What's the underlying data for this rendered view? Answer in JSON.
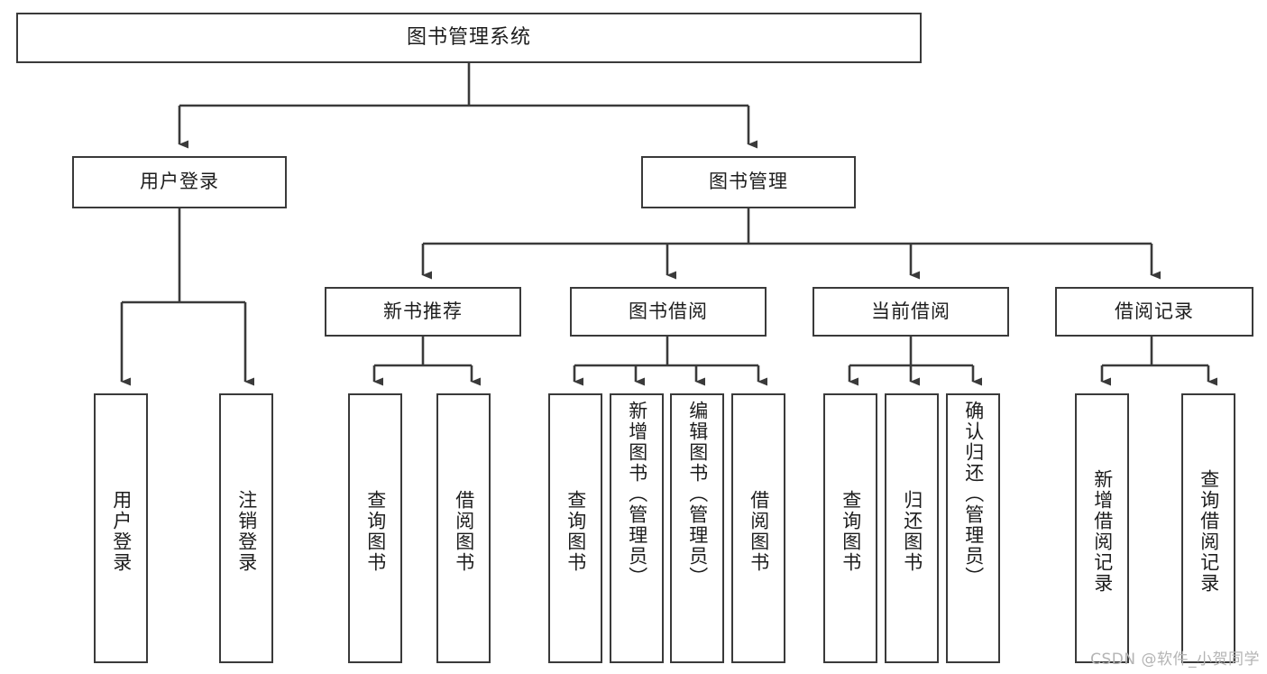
{
  "diagram": {
    "type": "tree-hierarchy",
    "title": "图书管理系统",
    "orientation": "top-down",
    "root": {
      "id": "root",
      "label": "图书管理系统"
    },
    "level2": [
      {
        "id": "user-login",
        "label": "用户登录"
      },
      {
        "id": "book-manage",
        "label": "图书管理"
      }
    ],
    "level3": [
      {
        "id": "new-book-recommend",
        "label": "新书推荐",
        "parent": "book-manage"
      },
      {
        "id": "book-borrow",
        "label": "图书借阅",
        "parent": "book-manage"
      },
      {
        "id": "current-borrow",
        "label": "当前借阅",
        "parent": "book-manage"
      },
      {
        "id": "borrow-record",
        "label": "借阅记录",
        "parent": "book-manage"
      }
    ],
    "leaves": {
      "user-login": [
        {
          "id": "leaf-user-login",
          "label": "用户登录"
        },
        {
          "id": "leaf-logout",
          "label": "注销登录"
        }
      ],
      "new-book-recommend": [
        {
          "id": "leaf-query-book-1",
          "label": "查询图书"
        },
        {
          "id": "leaf-borrow-book-1",
          "label": "借阅图书"
        }
      ],
      "book-borrow": [
        {
          "id": "leaf-query-book-2",
          "label": "查询图书"
        },
        {
          "id": "leaf-add-book",
          "label": "新增图书（管理员）"
        },
        {
          "id": "leaf-edit-book",
          "label": "编辑图书（管理员）"
        },
        {
          "id": "leaf-borrow-book-2",
          "label": "借阅图书"
        }
      ],
      "current-borrow": [
        {
          "id": "leaf-query-book-3",
          "label": "查询图书"
        },
        {
          "id": "leaf-return-book",
          "label": "归还图书"
        },
        {
          "id": "leaf-confirm-return",
          "label": "确认归还（管理员）"
        }
      ],
      "borrow-record": [
        {
          "id": "leaf-add-record",
          "label": "新增借阅记录"
        },
        {
          "id": "leaf-query-record",
          "label": "查询借阅记录"
        }
      ]
    }
  },
  "watermark": {
    "text": "CSDN @软件_小贺同学"
  },
  "colors": {
    "stroke": "#3a3a3a",
    "text": "#1d1d1d",
    "background": "#ffffff",
    "watermark": "#b4b4b4"
  }
}
